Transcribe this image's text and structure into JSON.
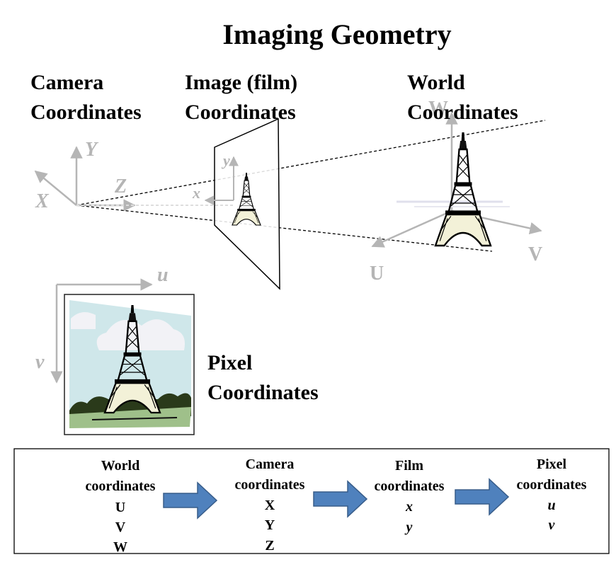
{
  "title": "Imaging Geometry",
  "headings": {
    "camera": [
      "Camera",
      "Coordinates"
    ],
    "image": [
      "Image (film)",
      "Coordinates"
    ],
    "world": [
      "World",
      "Coordinates"
    ],
    "pixel": [
      "Pixel",
      "Coordinates"
    ]
  },
  "camera_axes": {
    "x": "X",
    "y": "Y",
    "z": "Z"
  },
  "film_axes": {
    "x": "x",
    "y": "y"
  },
  "world_axes": {
    "u": "U",
    "v": "V",
    "w": "W"
  },
  "pixel_axes": {
    "u": "u",
    "v": "v"
  },
  "pipeline": {
    "world": {
      "title": [
        "World",
        "coordinates"
      ],
      "items": [
        "U",
        "V",
        "W"
      ]
    },
    "camera": {
      "title": [
        "Camera",
        "coordinates"
      ],
      "items": [
        "X",
        "Y",
        "Z"
      ]
    },
    "film": {
      "title": [
        "Film",
        "coordinates"
      ],
      "items": [
        "x",
        "y"
      ]
    },
    "pixel": {
      "title": [
        "Pixel",
        "coordinates"
      ],
      "items": [
        "u",
        "v"
      ]
    }
  },
  "colors": {
    "arrow_fill": "#4f81bd",
    "arrow_stroke": "#385d8a",
    "axis_gray": "#b5b5b5",
    "sky": "#cfe7ea",
    "ground": "#9fc08a"
  }
}
